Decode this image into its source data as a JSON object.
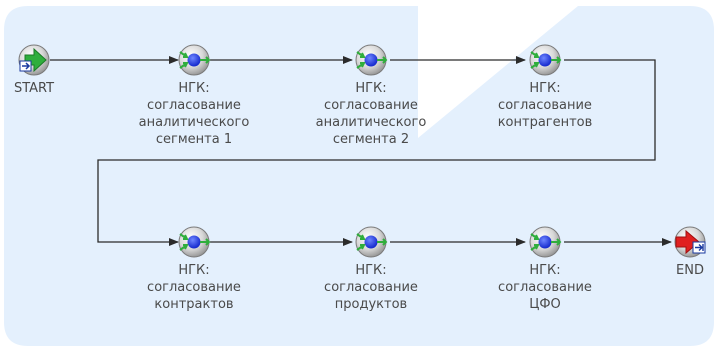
{
  "diagram": {
    "colors": {
      "background_panel": "#e4f0fd",
      "connector": "#2b2b2b",
      "label_text": "#4a4a4a",
      "activity_ring": "#888888",
      "activity_core": "#1a2fd0",
      "arrow_green": "#2fae3c",
      "end_red": "#e02020"
    },
    "nodes": {
      "start": {
        "type": "start",
        "icon": "start-arrow-icon",
        "label": [
          "START"
        ]
      },
      "n1": {
        "type": "activity",
        "icon": "activity-node-icon",
        "label": [
          "НГК:",
          "согласование",
          "аналитического",
          "сегмента 1"
        ]
      },
      "n2": {
        "type": "activity",
        "icon": "activity-node-icon",
        "label": [
          "НГК:",
          "согласование",
          "аналитического",
          "сегмента 2"
        ]
      },
      "n3": {
        "type": "activity",
        "icon": "activity-node-icon",
        "label": [
          "НГК:",
          "согласование",
          "контрагентов"
        ]
      },
      "n4": {
        "type": "activity",
        "icon": "activity-node-icon",
        "label": [
          "НГК:",
          "согласование",
          "контрактов"
        ]
      },
      "n5": {
        "type": "activity",
        "icon": "activity-node-icon",
        "label": [
          "НГК:",
          "согласование",
          "продуктов"
        ]
      },
      "n6": {
        "type": "activity",
        "icon": "activity-node-icon",
        "label": [
          "НГК:",
          "согласование",
          "ЦФО"
        ]
      },
      "end": {
        "type": "end",
        "icon": "end-arrow-icon",
        "label": [
          "END"
        ]
      }
    },
    "edges": [
      [
        "start",
        "n1"
      ],
      [
        "n1",
        "n2"
      ],
      [
        "n2",
        "n3"
      ],
      [
        "n3",
        "n4"
      ],
      [
        "n4",
        "n5"
      ],
      [
        "n5",
        "n6"
      ],
      [
        "n6",
        "end"
      ]
    ]
  }
}
